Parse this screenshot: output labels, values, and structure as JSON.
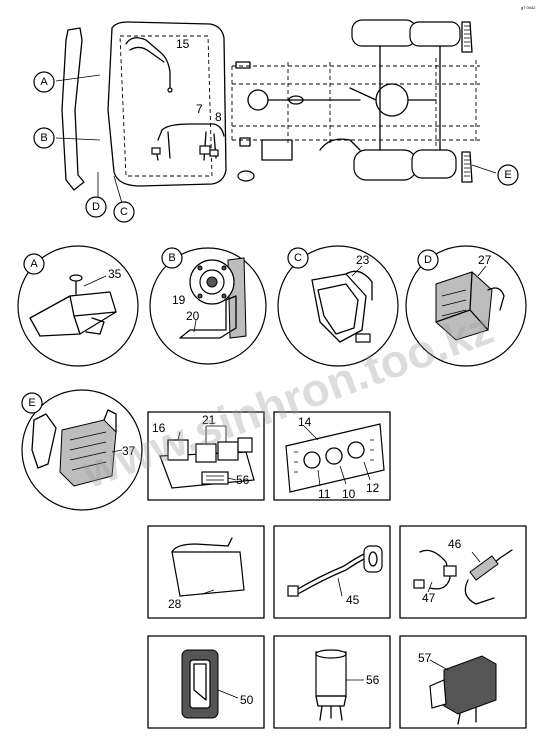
{
  "corner_mark": "g7 0042",
  "watermark": "www.sinhron.too.kz",
  "callout_letters": {
    "a": "A",
    "b": "B",
    "c": "C",
    "d": "D",
    "e": "E"
  },
  "part_numbers": {
    "p15": "15",
    "p7": "7",
    "p8": "8",
    "p35": "35",
    "p19": "19",
    "p20": "20",
    "p23": "23",
    "p27": "27",
    "p37": "37",
    "p16": "16",
    "p21": "21",
    "p56a": "56",
    "p14": "14",
    "p11": "11",
    "p10": "10",
    "p12": "12",
    "p28": "28",
    "p45": "45",
    "p46": "46",
    "p47": "47",
    "p50": "50",
    "p56b": "56",
    "p57": "57"
  }
}
